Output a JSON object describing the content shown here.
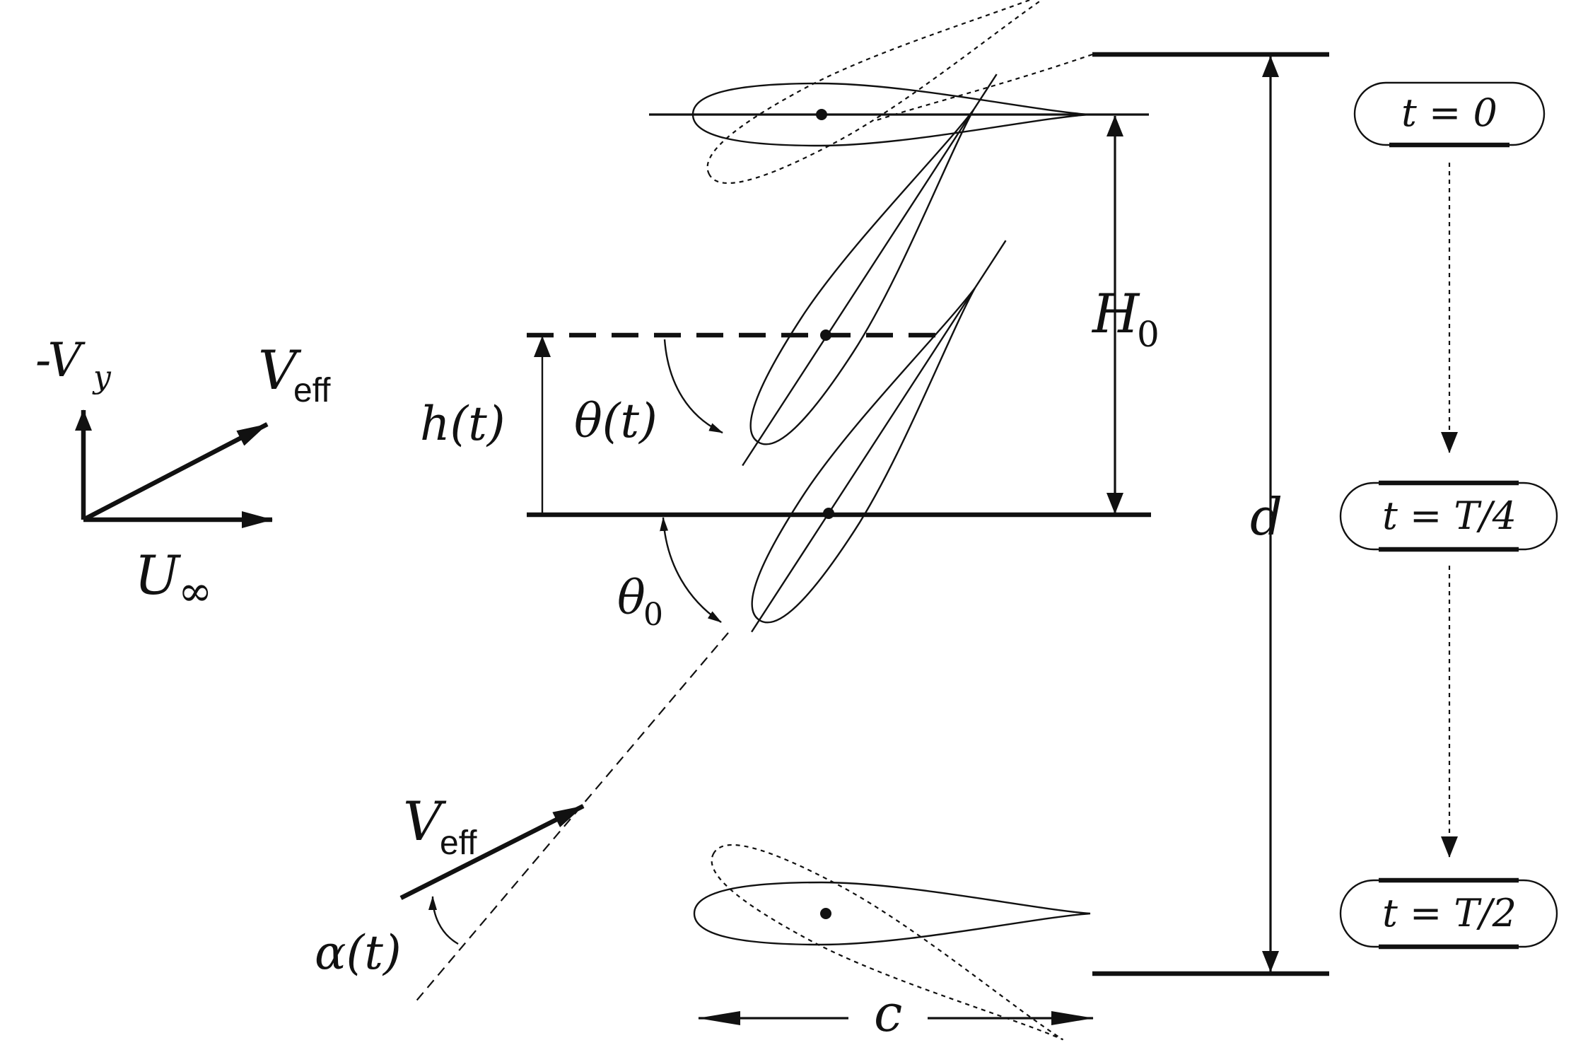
{
  "labels": {
    "neg_vy": "-V",
    "neg_vy_sub": "y",
    "veff_top": "V",
    "veff_top_sub": "eff",
    "u_inf": "U",
    "u_inf_sym": "∞",
    "h_t": "h(t)",
    "theta_t": "θ(t)",
    "theta0": "θ",
    "theta0_sub": "0",
    "H0": "H",
    "H0_sub": "0",
    "d": "d",
    "c": "c",
    "veff_bottom": "V",
    "veff_bottom_sub": "eff",
    "alpha_t": "α(t)"
  },
  "time_states": [
    {
      "label": "t = 0"
    },
    {
      "label": "t = T/4"
    },
    {
      "label": "t = T/2"
    }
  ]
}
